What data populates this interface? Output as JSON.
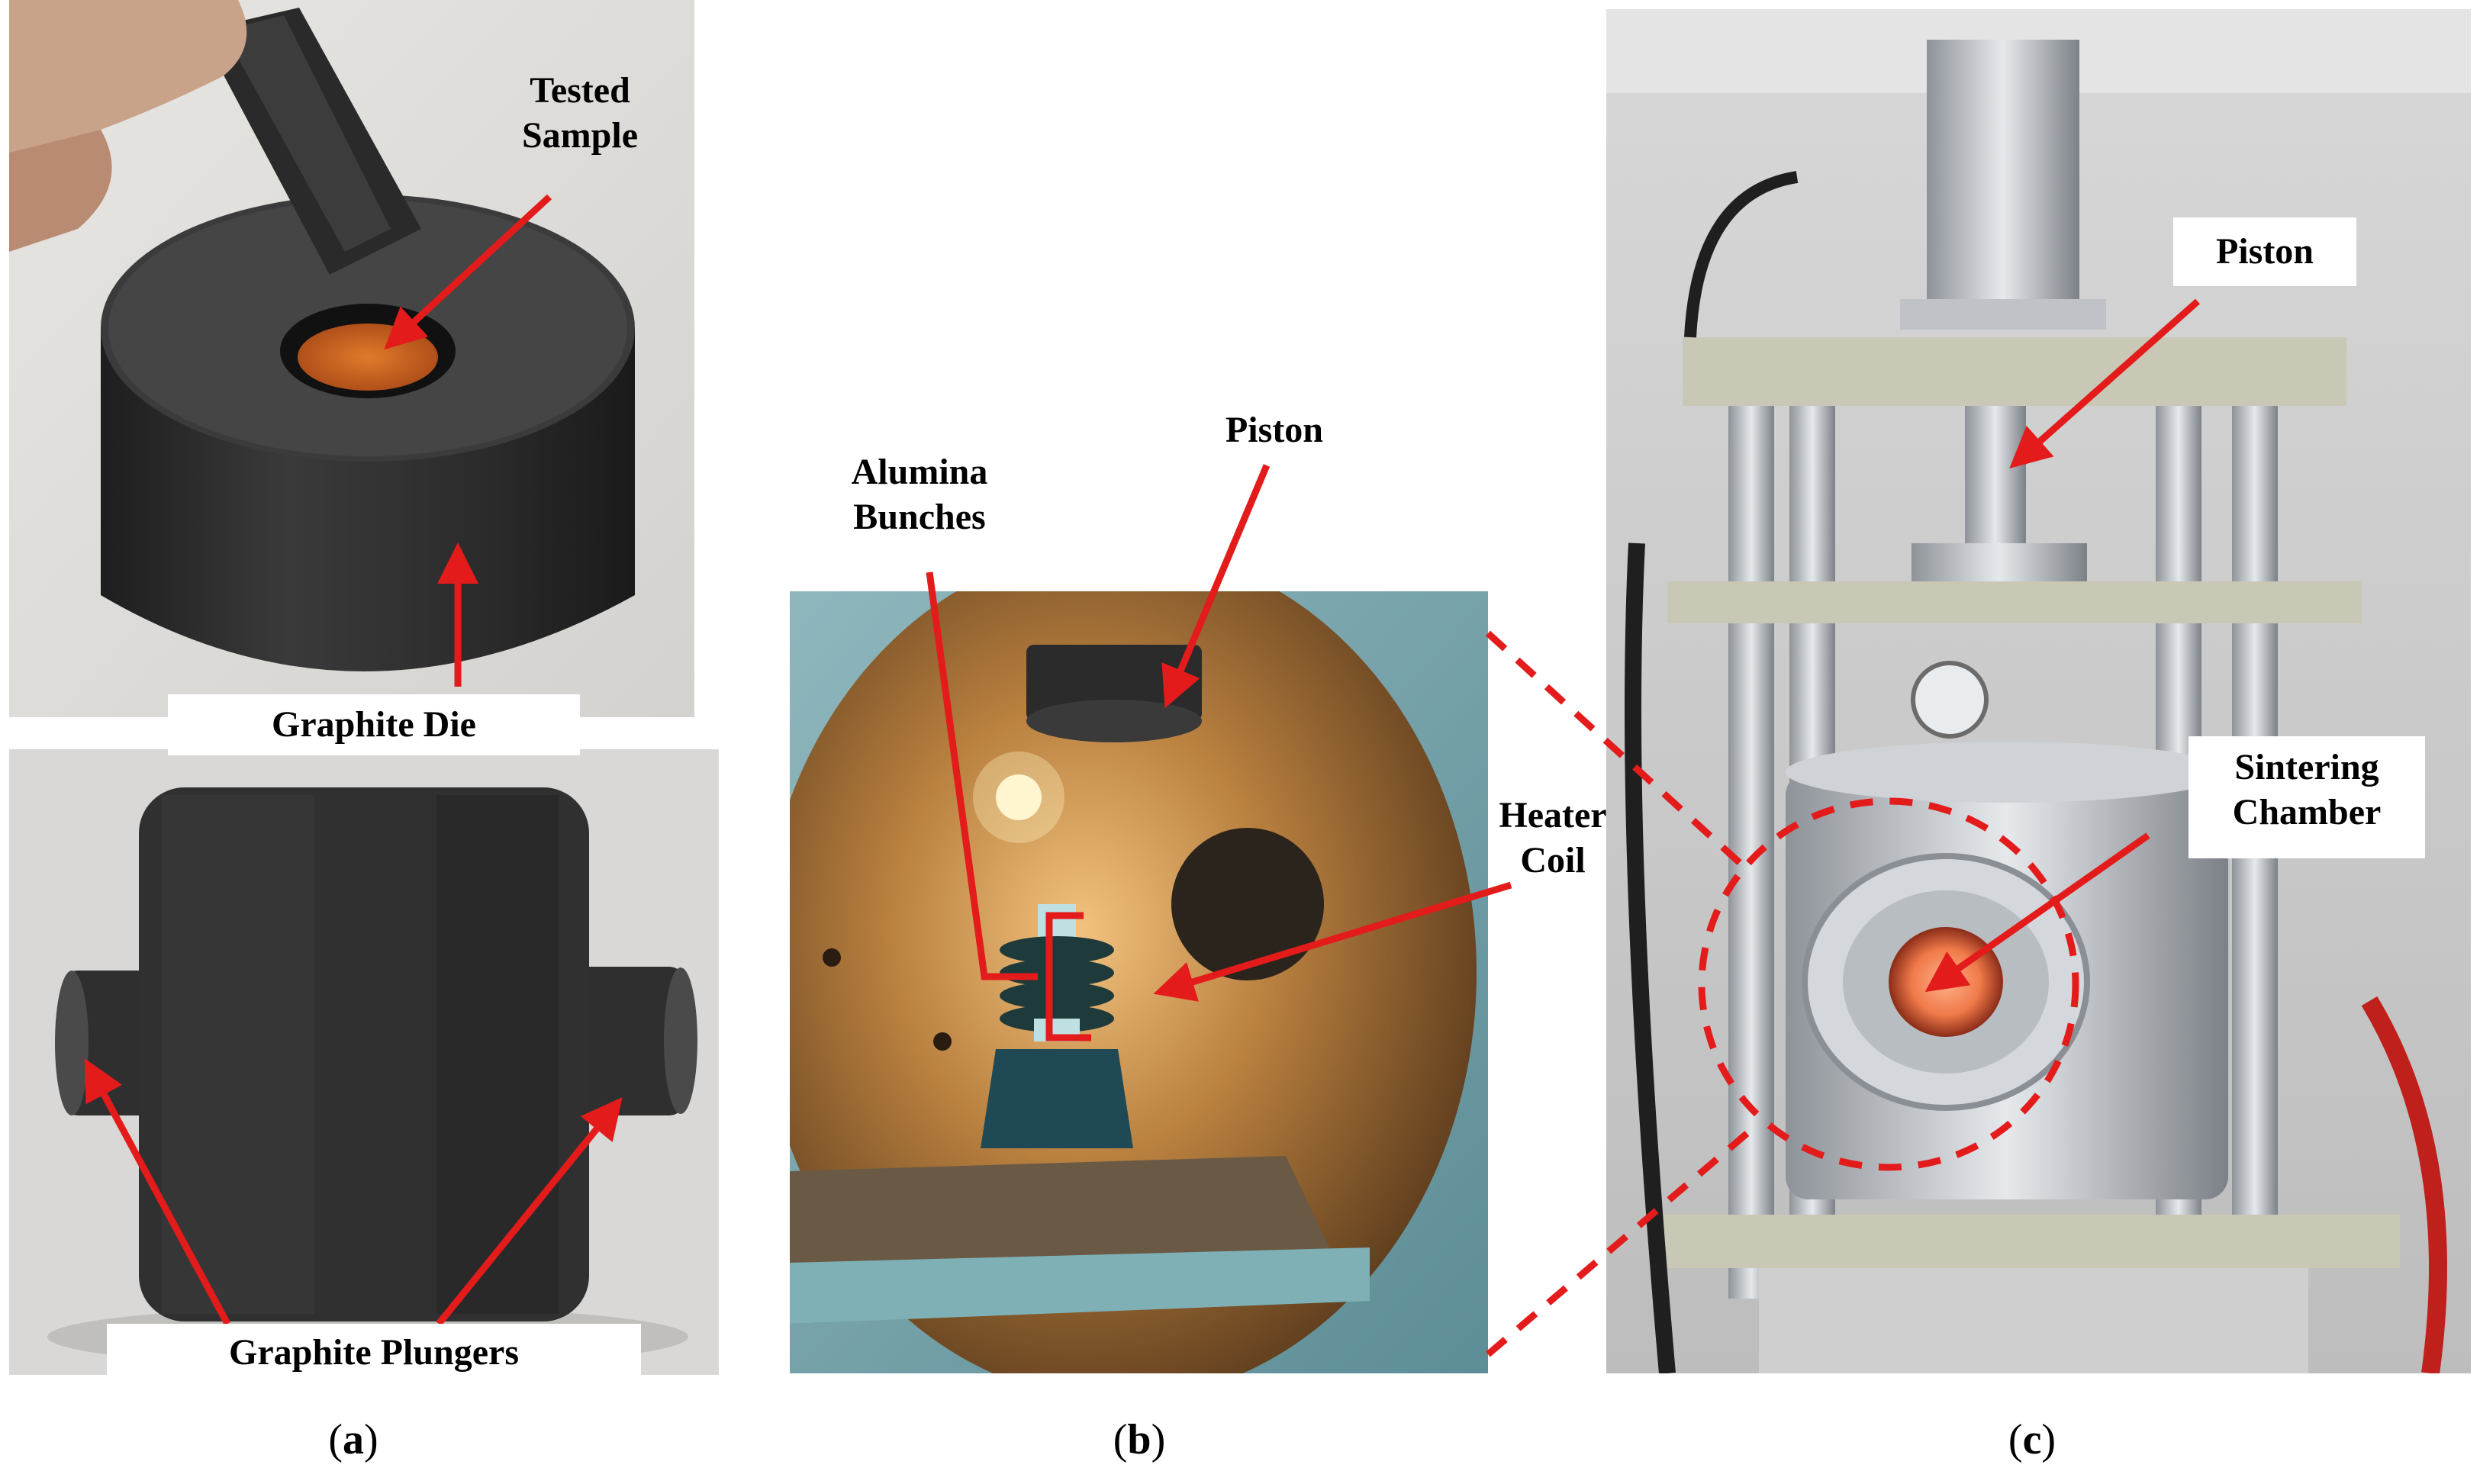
{
  "panel_a": {
    "caption_letter": "a",
    "labels": {
      "tested_sample": [
        "Tested",
        "Sample"
      ],
      "graphite_die": "Graphite Die",
      "graphite_plungers": "Graphite Plungers"
    }
  },
  "panel_b": {
    "caption_letter": "b",
    "labels": {
      "piston": "Piston",
      "alumina_bunches": [
        "Alumina",
        "Bunches"
      ],
      "heater_coil": [
        "Heater",
        "Coil"
      ]
    }
  },
  "panel_c": {
    "caption_letter": "c",
    "labels": {
      "piston": "Piston",
      "sintering_chamber": [
        "Sintering",
        "Chamber"
      ]
    }
  },
  "colors": {
    "arrow": "#e41b1b",
    "graphite": "#2e2e2e",
    "chamber_glow": "#f07a4a"
  }
}
